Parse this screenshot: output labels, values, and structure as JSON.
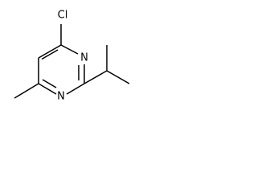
{
  "molecule": {
    "atoms": {
      "chlorine": "Cl",
      "nitrogen_upper": "N",
      "nitrogen_lower": "N"
    }
  }
}
